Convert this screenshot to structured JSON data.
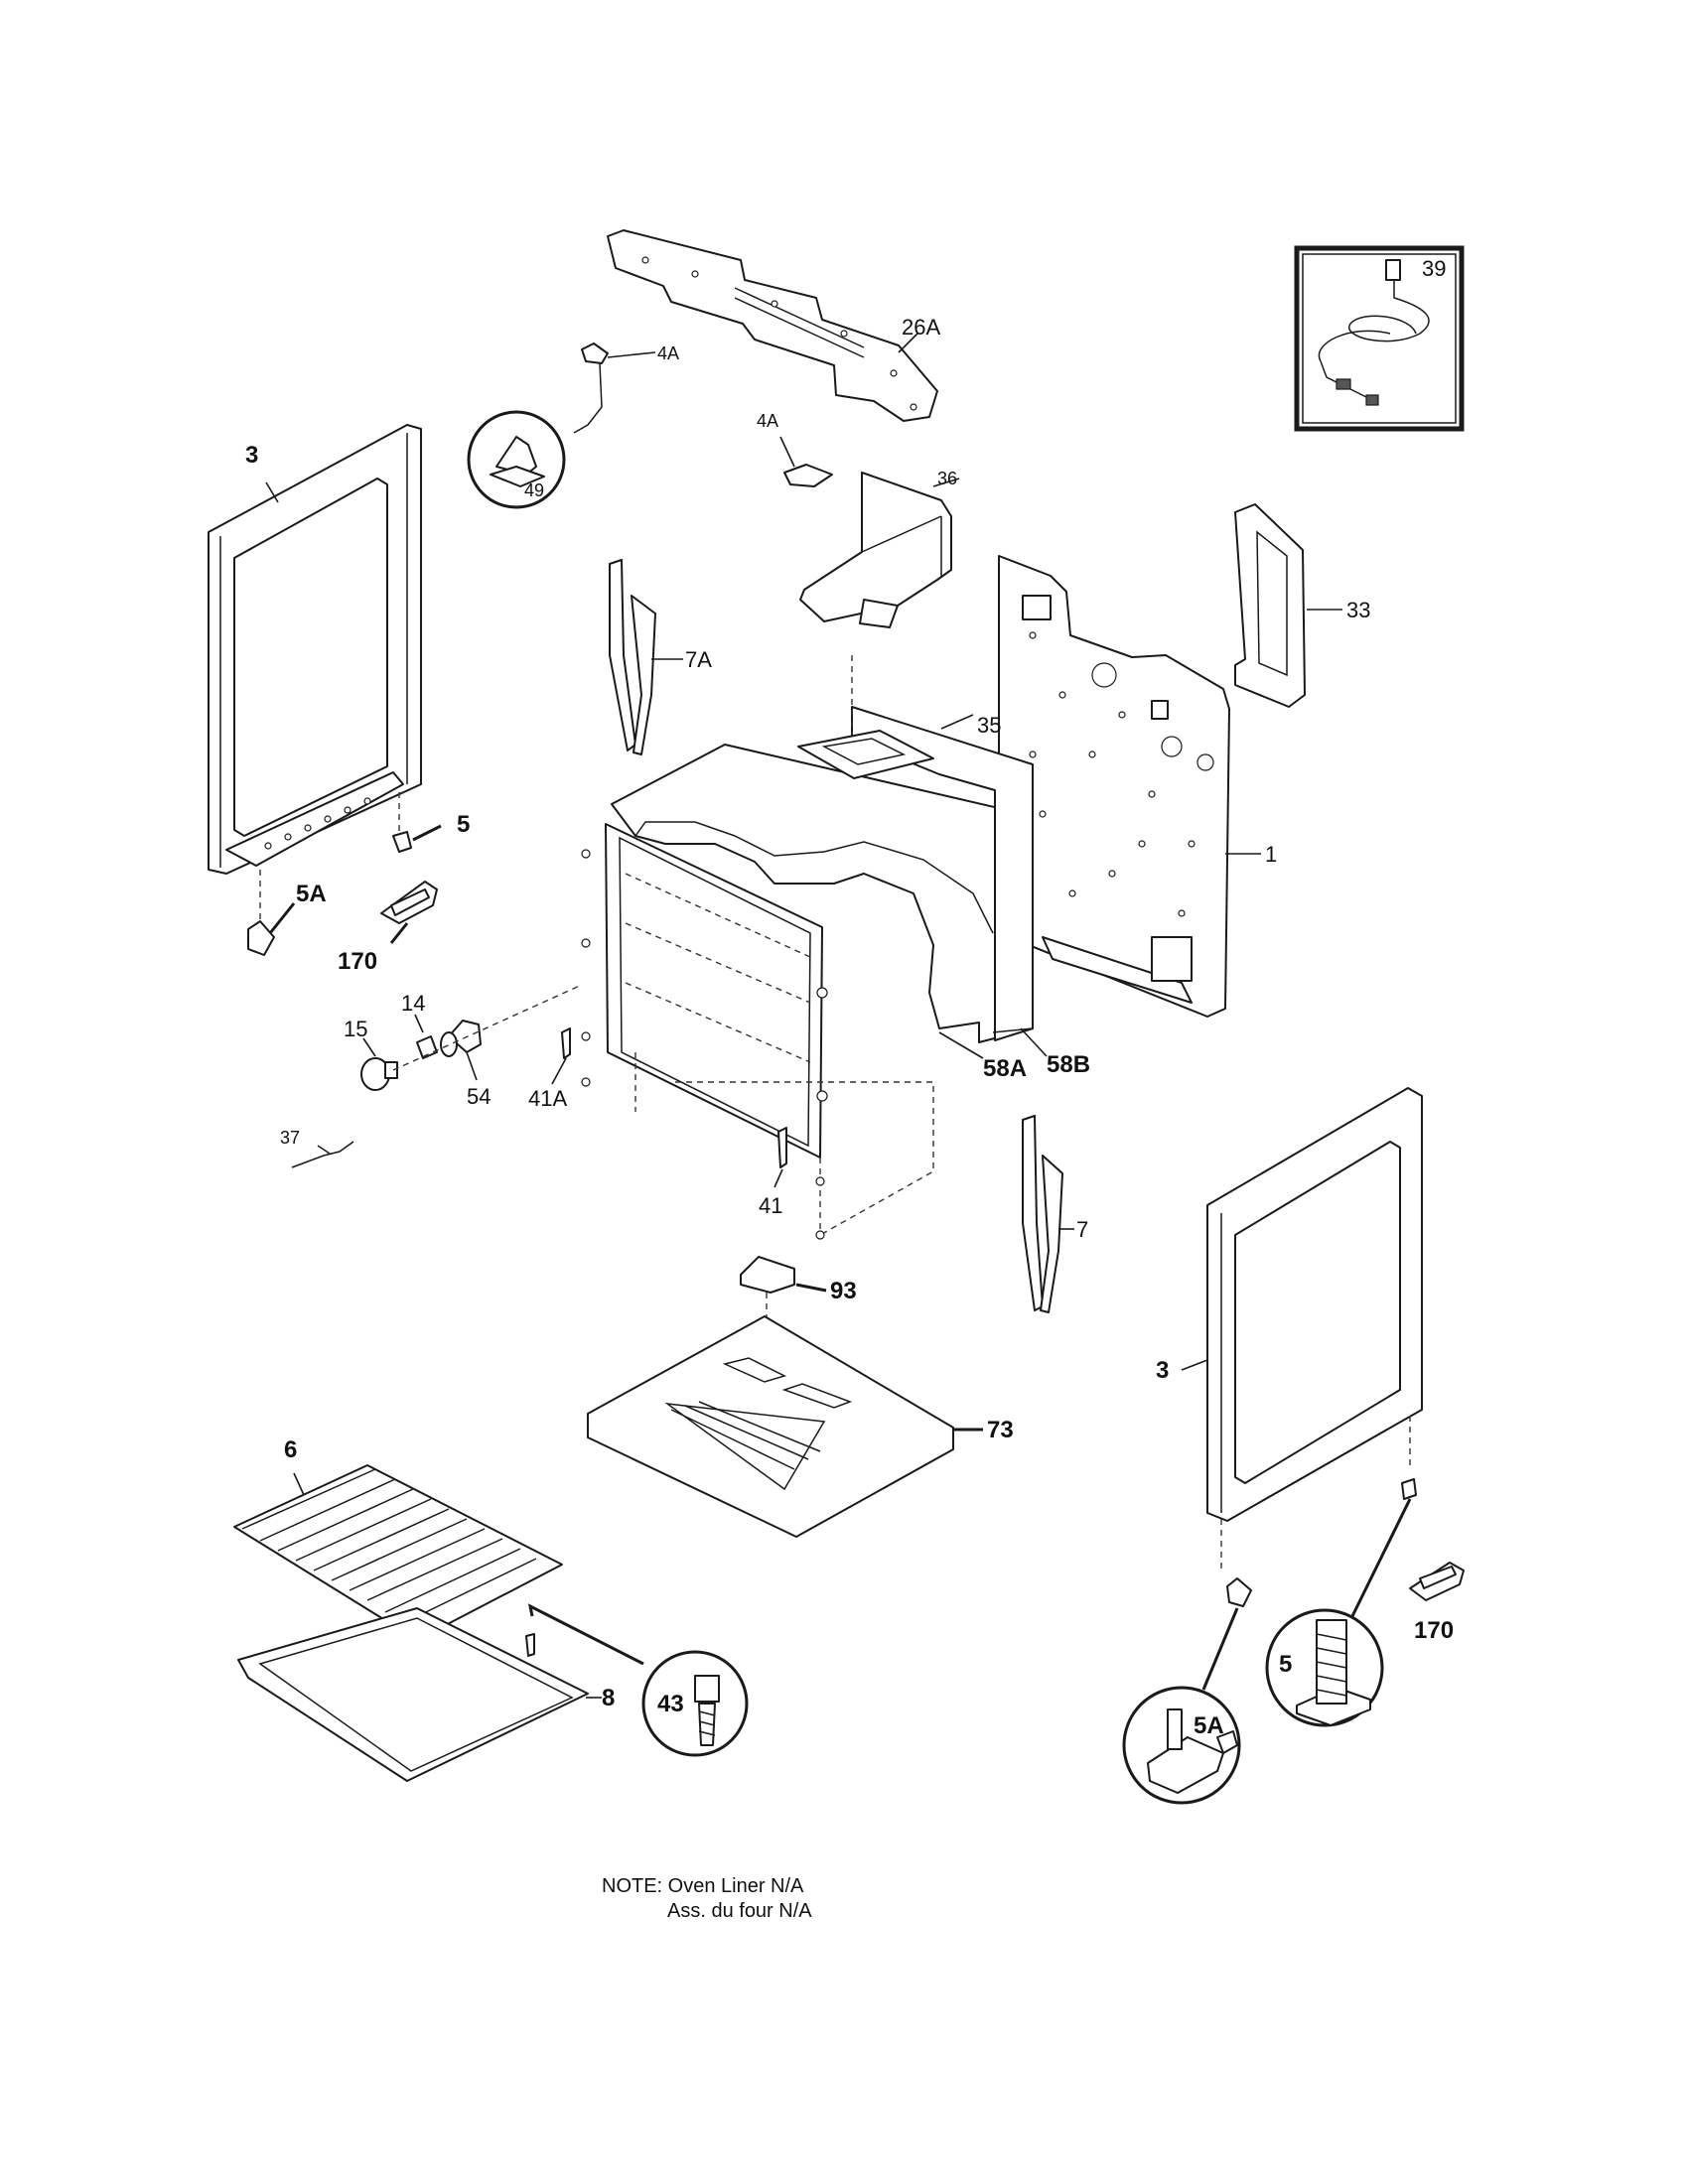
{
  "labels": {
    "p26A": "26A",
    "p4A_top": "4A",
    "p49": "49",
    "p4A_mid": "4A",
    "p36": "36",
    "p39": "39",
    "p3_left": "3",
    "p33": "33",
    "p7A": "7A",
    "p35": "35",
    "p1": "1",
    "p5_left": "5",
    "p5A_left": "5A",
    "p170_left": "170",
    "p14": "14",
    "p15": "15",
    "p54": "54",
    "p41A": "41A",
    "p58A": "58A",
    "p58B": "58B",
    "p37": "37",
    "p41": "41",
    "p7": "7",
    "p93": "93",
    "p3_right": "3",
    "p73": "73",
    "p6": "6",
    "p8": "8",
    "p43": "43",
    "p170_right": "170",
    "p5_right": "5",
    "p5A_right": "5A"
  },
  "note": {
    "line1": "NOTE: Oven Liner N/A",
    "line2": "Ass. du four N/A"
  }
}
